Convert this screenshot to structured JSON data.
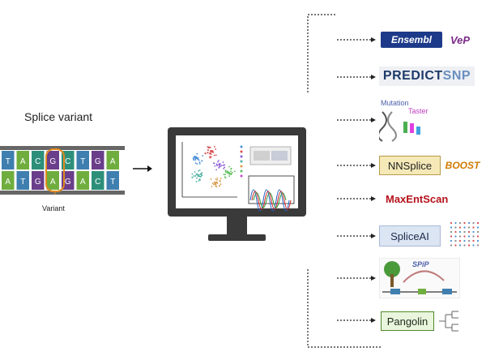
{
  "title": "Splice variant",
  "variant_label": "Variant",
  "dna": {
    "top_bases": [
      "T",
      "A",
      "C",
      "G",
      "C",
      "T",
      "G",
      "A"
    ],
    "bottom_bases": [
      "A",
      "T",
      "G",
      "A",
      "G",
      "A",
      "C",
      "T"
    ]
  },
  "tools": {
    "ensembl": "Ensembl",
    "vep": "VeP",
    "predictsnp_a": "PREDICT",
    "predictsnp_b": "SNP",
    "mutation": "Mutation",
    "taster": "Taster",
    "nnsplice": "NNSplice",
    "boost": "BOOST",
    "maxentscan": "MaxEntScan",
    "spliceai": "SpliceAI",
    "spip": "SPiP",
    "pangolin": "Pangolin"
  },
  "colors": {
    "A": "#6fae3e",
    "T": "#3f7fb0",
    "G": "#6a3e8a",
    "C": "#2d8f7a",
    "highlight": "#e08a1f"
  }
}
